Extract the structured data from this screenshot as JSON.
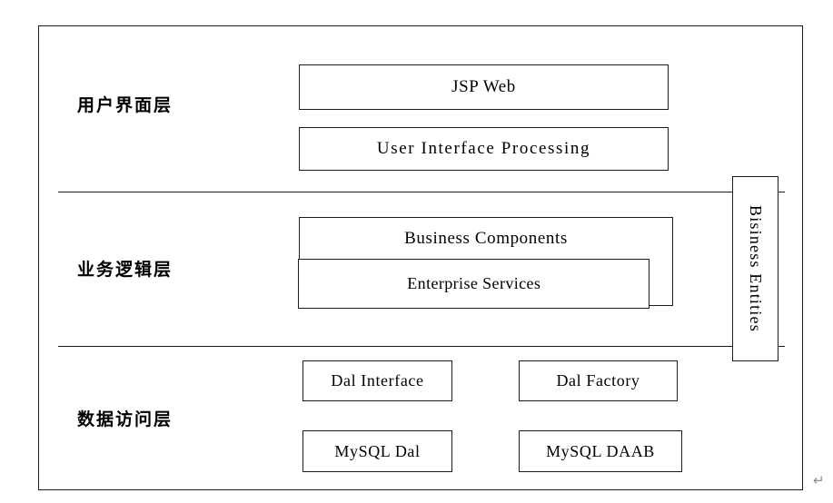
{
  "diagram": {
    "title": "Three-Tier Architecture Diagram",
    "frame_color": "#1a1a1a",
    "background_color": "#ffffff",
    "layers": [
      {
        "id": "presentation",
        "label": "用户界面层",
        "boxes": [
          {
            "id": "jsp-web",
            "label": "JSP Web"
          },
          {
            "id": "user-interface-processing",
            "label": "User  Interface  Processing"
          }
        ]
      },
      {
        "id": "business-logic",
        "label": "业务逻辑层",
        "boxes": [
          {
            "id": "business-components",
            "label": "Business   Components"
          },
          {
            "id": "enterprise-services",
            "label": "Enterprise Services"
          }
        ]
      },
      {
        "id": "data-access",
        "label": "数据访问层",
        "boxes": [
          {
            "id": "dal-interface",
            "label": "Dal Interface"
          },
          {
            "id": "dal-factory",
            "label": "Dal Factory"
          },
          {
            "id": "mysql-dal",
            "label": "MySQL Dal"
          },
          {
            "id": "mysql-daab",
            "label": "MySQL DAAB"
          }
        ]
      }
    ],
    "side_box": {
      "id": "business-entities",
      "label": "Bisiness Entities",
      "orientation": "vertical"
    },
    "return_mark": "↵"
  }
}
